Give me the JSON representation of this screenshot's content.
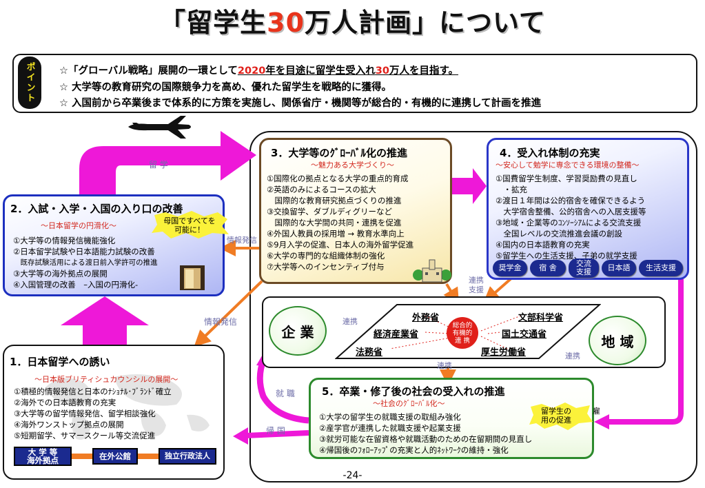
{
  "title": {
    "prefix": "「留学生",
    "number": "30",
    "suffix": "万人計画」について"
  },
  "point": {
    "badge": "ポイント",
    "line1_a": "☆「グローバル戦略」展開の一環として",
    "line1_year": "2020",
    "line1_b": "年を目途に留学生受入れ",
    "line1_num": "30",
    "line1_c": "万人を目指す。",
    "line2": "☆ 大学等の教育研究の国際競争力を高め、優れた留学生を戦略的に獲得。",
    "line3": "☆ 入国前から卒業後まで体系的に方策を実施し、関係省庁・機関等が総合的・有機的に連携して計画を推進"
  },
  "labels": {
    "ryugaku": "留 学",
    "info1": "情報発信",
    "info2": "情報発信",
    "renkei1": "連携\n支援",
    "renkei2": "連携",
    "renkei3": "連携",
    "renkei4": "連携",
    "shushoku": "就 職",
    "kikoku": "帰 国",
    "page": "-24-"
  },
  "s1": {
    "title": "1．日本留学への誘い",
    "sub": "～日本版ブリティシュカウンシルの展開～",
    "items": [
      "①積極的情報発信と日本のﾅｼｮﾅﾙ･ﾌﾞﾗﾝﾄﾞ確立",
      "②海外での日本語教育の充実",
      "③大学等の留学情報発信、留学相談強化",
      "④海外ワンストップ拠点の展開",
      "⑤短期留学、サマースクール等交流促進"
    ],
    "btn1": "大 学 等\n海外拠点",
    "btn2": "在外公館",
    "btn3": "独立行政法人"
  },
  "s2": {
    "title": "2．入試・入学・入国の入り口の改善",
    "sub": "～日本留学の円滑化～",
    "callout": "母国ですべてを\n可能に！",
    "items": [
      "①大学等の情報発信機能強化",
      "②日本留学試験や日本語能力試験の改善",
      "　既存試験活用による渡日前入学許可の推進",
      "③大学等の海外拠点の展開",
      "④入国管理の改善　–入国の円滑化-"
    ]
  },
  "s3": {
    "title": "3．大学等のｸﾞﾛｰﾊﾞﾙ化の推進",
    "sub": "～魅力ある大学づくり～",
    "items": [
      "①国際化の拠点となる大学の重点的育成",
      "②英語のみによるコースの拡大",
      "　国際的な教育研究拠点づくりの推進",
      "③交換留学、ダブルディグリーなど",
      "　国際的な大学間の共同・連携を促進",
      "④外国人教員の採用増 → 教育水準向上",
      "⑤9月入学の促進、日本人の海外留学促進",
      "⑥大学の専門的な組織体制の強化",
      "⑦大学等へのインセンティブ付与"
    ]
  },
  "s4": {
    "title": "4．受入れ体制の充実",
    "sub": "～安心して勉学に専念できる環境の整備～",
    "items": [
      "①国費留学生制度、学習奨励費の見直し",
      "　・拡充",
      "②渡日１年間は公的宿舎を確保できるよう",
      "　大学宿舎整備、公的宿舎への入居支援等",
      "③地域・企業等のｺﾝｿｰｼｱﾑによる交流支援",
      "　全国レベルの交流推進会議の創設",
      "④国内の日本語教育の充実",
      "⑤留学生への生活支援、子弟の就学支援"
    ],
    "pills": [
      "奨学金",
      "宿 舎",
      "交流\n支援",
      "日本語",
      "生活支援"
    ]
  },
  "mid": {
    "kigyo": "企 業",
    "chiiki": "地 域",
    "center": "総合的\n有機的\n連 携",
    "gaimu": "外務省",
    "monbu": "文部科学省",
    "keizai": "経済産業省",
    "kokudo": "国土交通省",
    "homu": "法務省",
    "kosei": "厚生労働省"
  },
  "s5": {
    "title": "5．卒業・修了後の社会の受入れの推進",
    "sub": "～社会のｸﾞﾛｰﾊﾞﾙ化～",
    "callout": "留学生の\n用の促進",
    "callout_tail": "雇",
    "items": [
      "①大学の留学生の就職支援の取組み強化",
      "②産学官が連携した就職支援や起業支援",
      "③就労可能な在留資格や就職活動のための在留期間の見直し",
      "④帰国後のﾌｫﾛｰｱｯﾌﾟの充実と人的ﾈｯﾄﾜｰｸの維持・強化"
    ]
  },
  "colors": {
    "magenta": "#ee18d8",
    "orange": "#f07c24",
    "blue": "#1c2fbf",
    "red": "#e0201a"
  },
  "icons": {
    "plane": "airplane-icon",
    "door": "door-icon",
    "school": "school-building-icon",
    "world": "world-map-icon"
  }
}
